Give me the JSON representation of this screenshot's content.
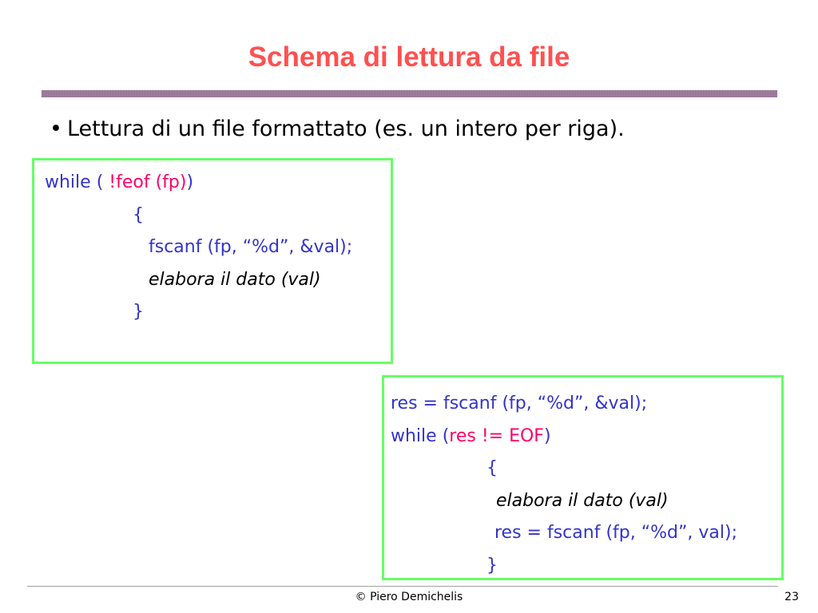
{
  "slide": {
    "title": "Schema di lettura da file",
    "bullet": "Lettura di un file formattato (es. un intero per riga)."
  },
  "code1": {
    "l1_a": "while ( ",
    "l1_b": "!feof (fp)",
    "l1_c": ")",
    "l2": "{",
    "l3": "fscanf (fp, “%d”, &val);",
    "l4": "elabora il dato (val)",
    "l5": "}"
  },
  "code2": {
    "l1": "res = fscanf (fp, “%d”, &val);",
    "l2_a": "while (",
    "l2_b": "res != EOF",
    "l2_c": ")",
    "l3": "{",
    "l4": "elabora il dato (val)",
    "l5": "res = fscanf (fp, “%d”, val);",
    "l6": "}"
  },
  "footer": {
    "author": "© Piero Demichelis",
    "page": "23"
  },
  "colors": {
    "title": "#ff5050",
    "code": "#3333cc",
    "keyword": "#ff0066",
    "box_border": "#66ff66",
    "rule": "#8e6a8c"
  }
}
